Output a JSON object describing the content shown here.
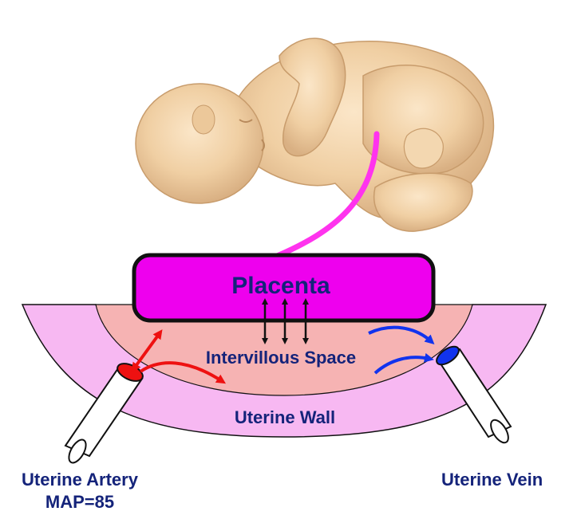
{
  "labels": {
    "placenta": "Placenta",
    "intervillous_space": "Intervillous Space",
    "uterine_wall": "Uterine Wall",
    "uterine_artery": "Uterine Artery",
    "map": "MAP=85",
    "uterine_vein": "Uterine Vein"
  },
  "images": {
    "fetus": "fetus-illustration"
  },
  "colors": {
    "placenta": "#ee00ee",
    "uterine_wall": "#f7b8f2",
    "intervillous_space": "#f6b3b3",
    "umbilical_cord": "#ff33ee",
    "label_text": "#14237a",
    "arterial_flow": "#ee1111",
    "venous_flow": "#1133ee",
    "exchange_arrows": "#111111",
    "vessel_fill": "#ffffff"
  }
}
